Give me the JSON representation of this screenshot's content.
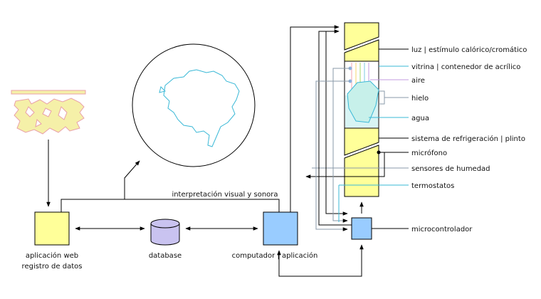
{
  "labels": {
    "webapp_line1": "aplicación web",
    "webapp_line2": "registro de datos",
    "database": "database",
    "computer": "computador | aplicación",
    "interpretation": "interpretación visual y sonora",
    "microcontroller": "microcontrolador"
  },
  "component_labels": [
    "luz | estímulo calórico/cromático",
    "vitrina | contenedor de acrílico",
    "aire",
    "hielo",
    "agua",
    "sistema de refrigeración | plinto",
    "micrófono",
    "sensores de humedad",
    "termostatos"
  ],
  "colors": {
    "yellow": "#ffff99",
    "blue": "#99ccff",
    "database": "#c9c3f0",
    "cyan": "#39b8d6",
    "map_fill": "#f5f0a8",
    "map_edge": "#e9a0a8",
    "ice": "#c7f0ea"
  }
}
